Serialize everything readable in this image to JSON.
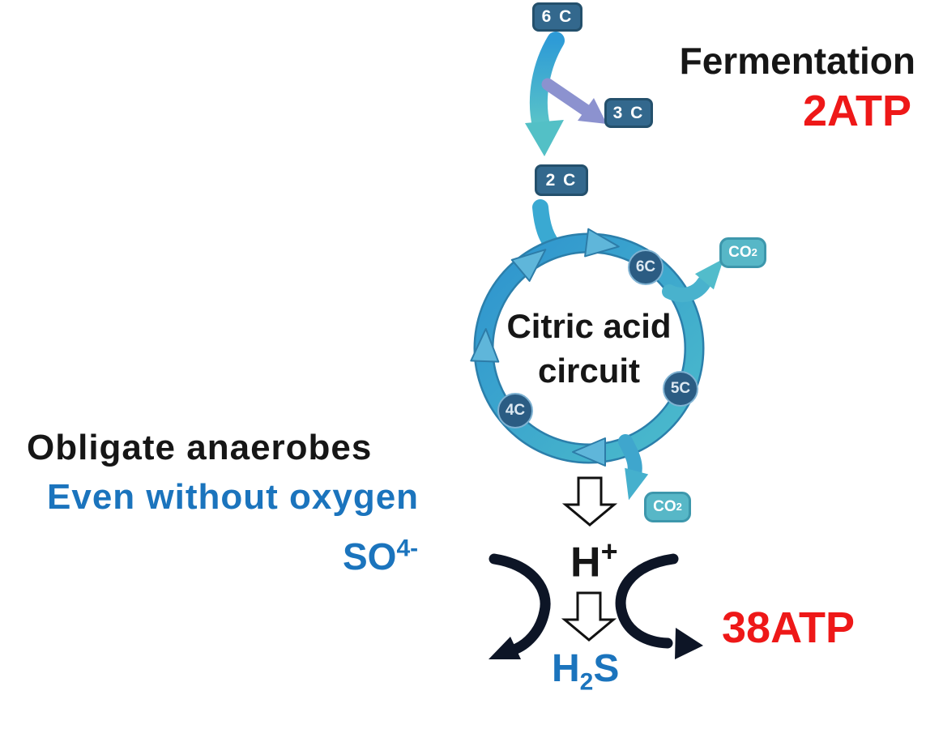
{
  "diagram": {
    "glycolysis": {
      "start_badge": "6 C",
      "branch_badge": "3 C",
      "product_badge": "2 C"
    },
    "fermentation": {
      "label": "Fermentation",
      "atp": "2ATP"
    },
    "cycle": {
      "title_line1": "Citric acid",
      "title_line2": "circuit",
      "node_6c": "6C",
      "node_5c": "5C",
      "node_4c": "4C",
      "co2_base": "CO",
      "co2_sub": "2"
    },
    "anaerobe": {
      "heading": "Obligate anaerobes",
      "subheading": "Even without oxygen",
      "acceptor_base": "SO",
      "acceptor_sup": "4-"
    },
    "respiration": {
      "proton_base": "H",
      "proton_sup": "+",
      "product_h": "H",
      "product_sub": "2",
      "product_s": "S",
      "atp": "38ATP"
    }
  },
  "colors": {
    "badge_fill": "#33688d",
    "badge_border": "#24506c",
    "ring_blue": "#2e93cf",
    "ring_teal": "#4cbccb",
    "ring_outline": "#2b7fab",
    "arrowhead_light": "#5fb6da",
    "co2_fill": "#57b7c7",
    "co2_border": "#3d97ac",
    "node_fill": "#2b5c83",
    "purple_arrow": "#8c92cf",
    "red_text": "#ee1818",
    "blue_text": "#1b74bd",
    "dark_arc": "#0d1526"
  }
}
